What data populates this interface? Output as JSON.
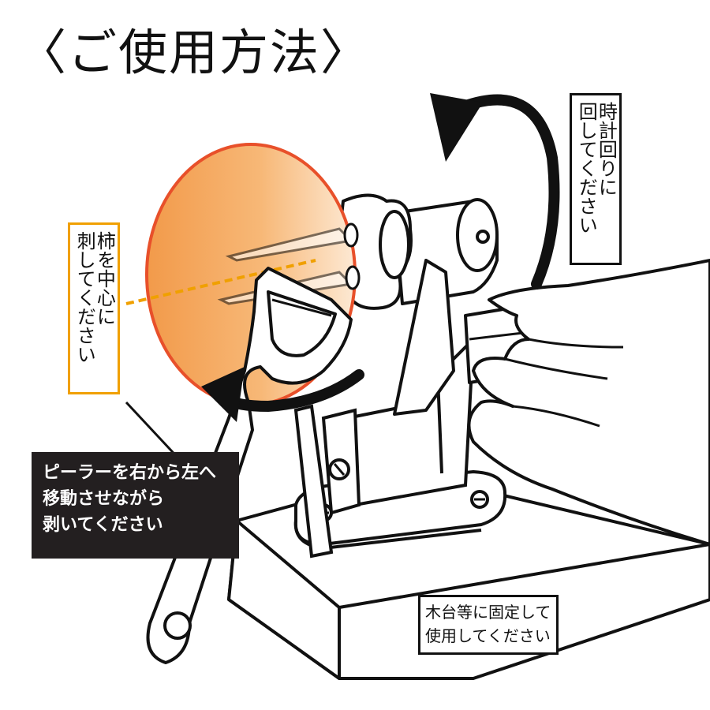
{
  "title": "〈ご使用方法〉",
  "notes": {
    "rotate_clockwise": [
      "時計回りに",
      "回してください"
    ],
    "pierce_center": [
      "柿を中心に",
      "刺してください"
    ],
    "peeler_instruction": [
      "ピーラーを右から左へ",
      "移動させながら",
      "剥いてください"
    ],
    "fix_to_stand": [
      "木台等に固定して",
      "使用してください"
    ]
  },
  "colors": {
    "persimmon_orange": "#f5a65a",
    "persimmon_edge": "#e8502a",
    "guide_line_orange": "#f0a000",
    "ink": "#111111",
    "label_black": "#231f20"
  },
  "icons": [
    "persimmon",
    "peeler-tool",
    "rotation-arrow",
    "hand",
    "crank-handle",
    "wooden-stand"
  ]
}
